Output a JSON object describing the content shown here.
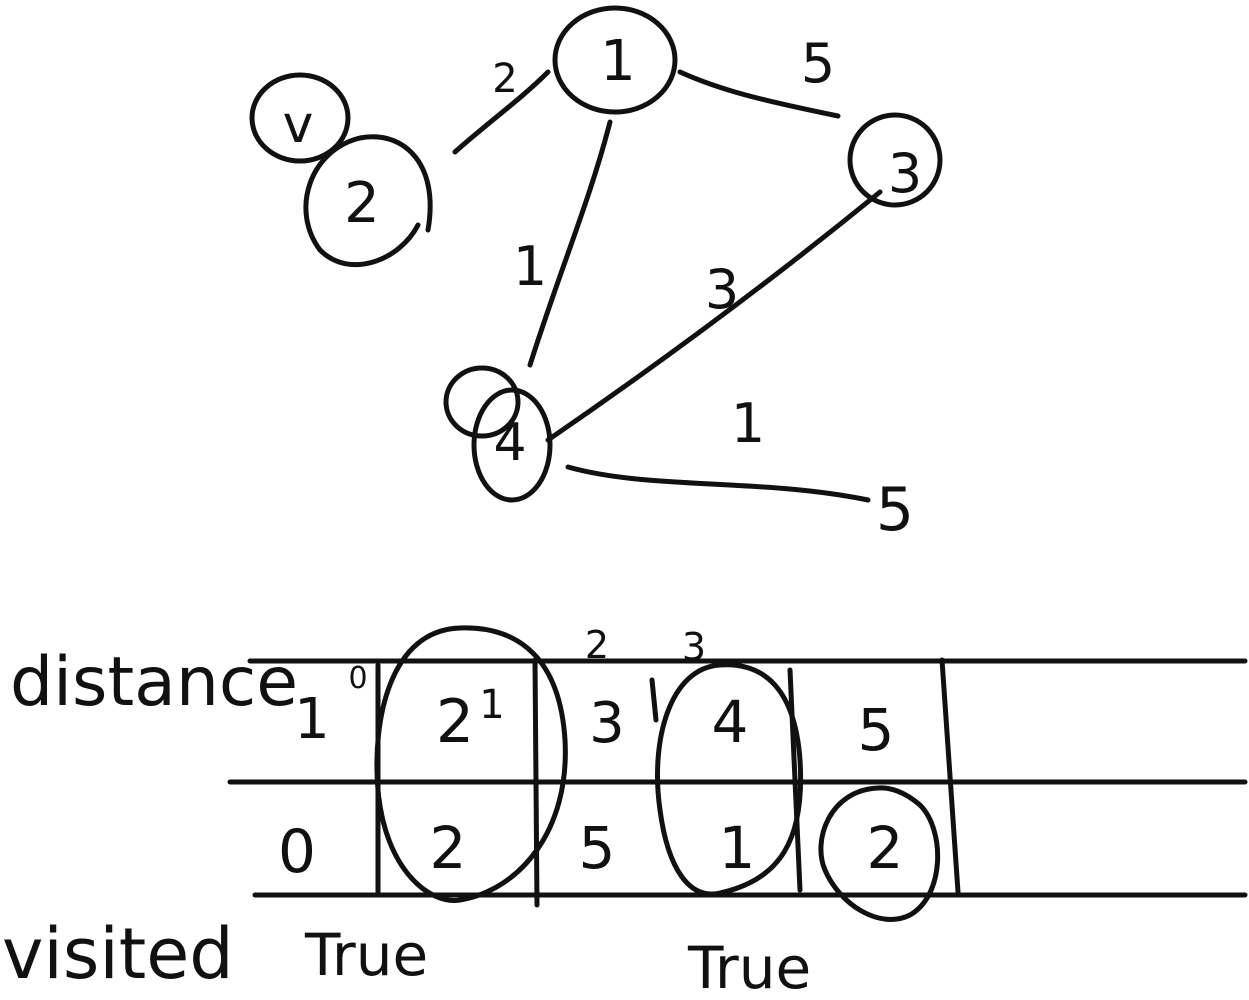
{
  "graph": {
    "nodes": [
      {
        "id": "1",
        "label": "1"
      },
      {
        "id": "2",
        "label": "2"
      },
      {
        "id": "3",
        "label": "3"
      },
      {
        "id": "4",
        "label": "4"
      },
      {
        "id": "5",
        "label": "5"
      }
    ],
    "edges": [
      {
        "from": "2",
        "to": "1",
        "weight": "2"
      },
      {
        "from": "1",
        "to": "3",
        "weight": "5"
      },
      {
        "from": "1",
        "to": "4",
        "weight": "1"
      },
      {
        "from": "4",
        "to": "3",
        "weight": "3"
      },
      {
        "from": "4",
        "to": "5",
        "weight": "1"
      }
    ],
    "visited_mark": "v"
  },
  "table": {
    "row_label_distance": "distance",
    "row_label_visited": "visited",
    "top_index_labels": [
      "0",
      "2",
      "3"
    ],
    "distance_row": [
      "1",
      "2",
      "3",
      "4",
      "5"
    ],
    "second_row": [
      "0",
      "2",
      "5",
      "1",
      "2"
    ],
    "small_mark": "1",
    "visited_values": [
      "True",
      "True"
    ]
  }
}
